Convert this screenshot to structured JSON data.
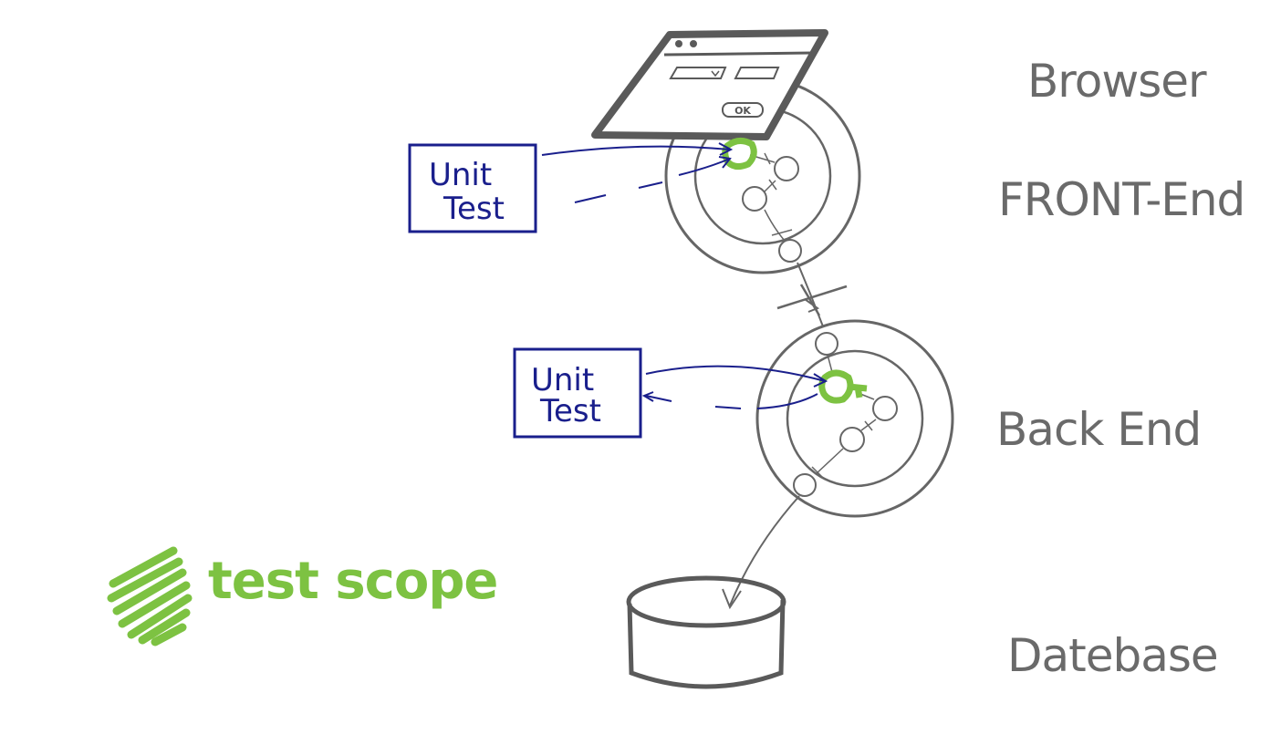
{
  "layers": {
    "browser": "Browser",
    "front_end": "FRONT-End",
    "back_end": "Back End",
    "database": "Datebase"
  },
  "unit_test_frontend": {
    "line1": "Unit",
    "line2": "Test"
  },
  "unit_test_backend": {
    "line1": "Unit",
    "line2": "Test"
  },
  "browser_window": {
    "ok_button": "OK"
  },
  "legend": {
    "label": "test scope"
  },
  "colors": {
    "ink_gray": "#666666",
    "ink_blue": "#1a1f8c",
    "scope_green": "#7dc242"
  }
}
